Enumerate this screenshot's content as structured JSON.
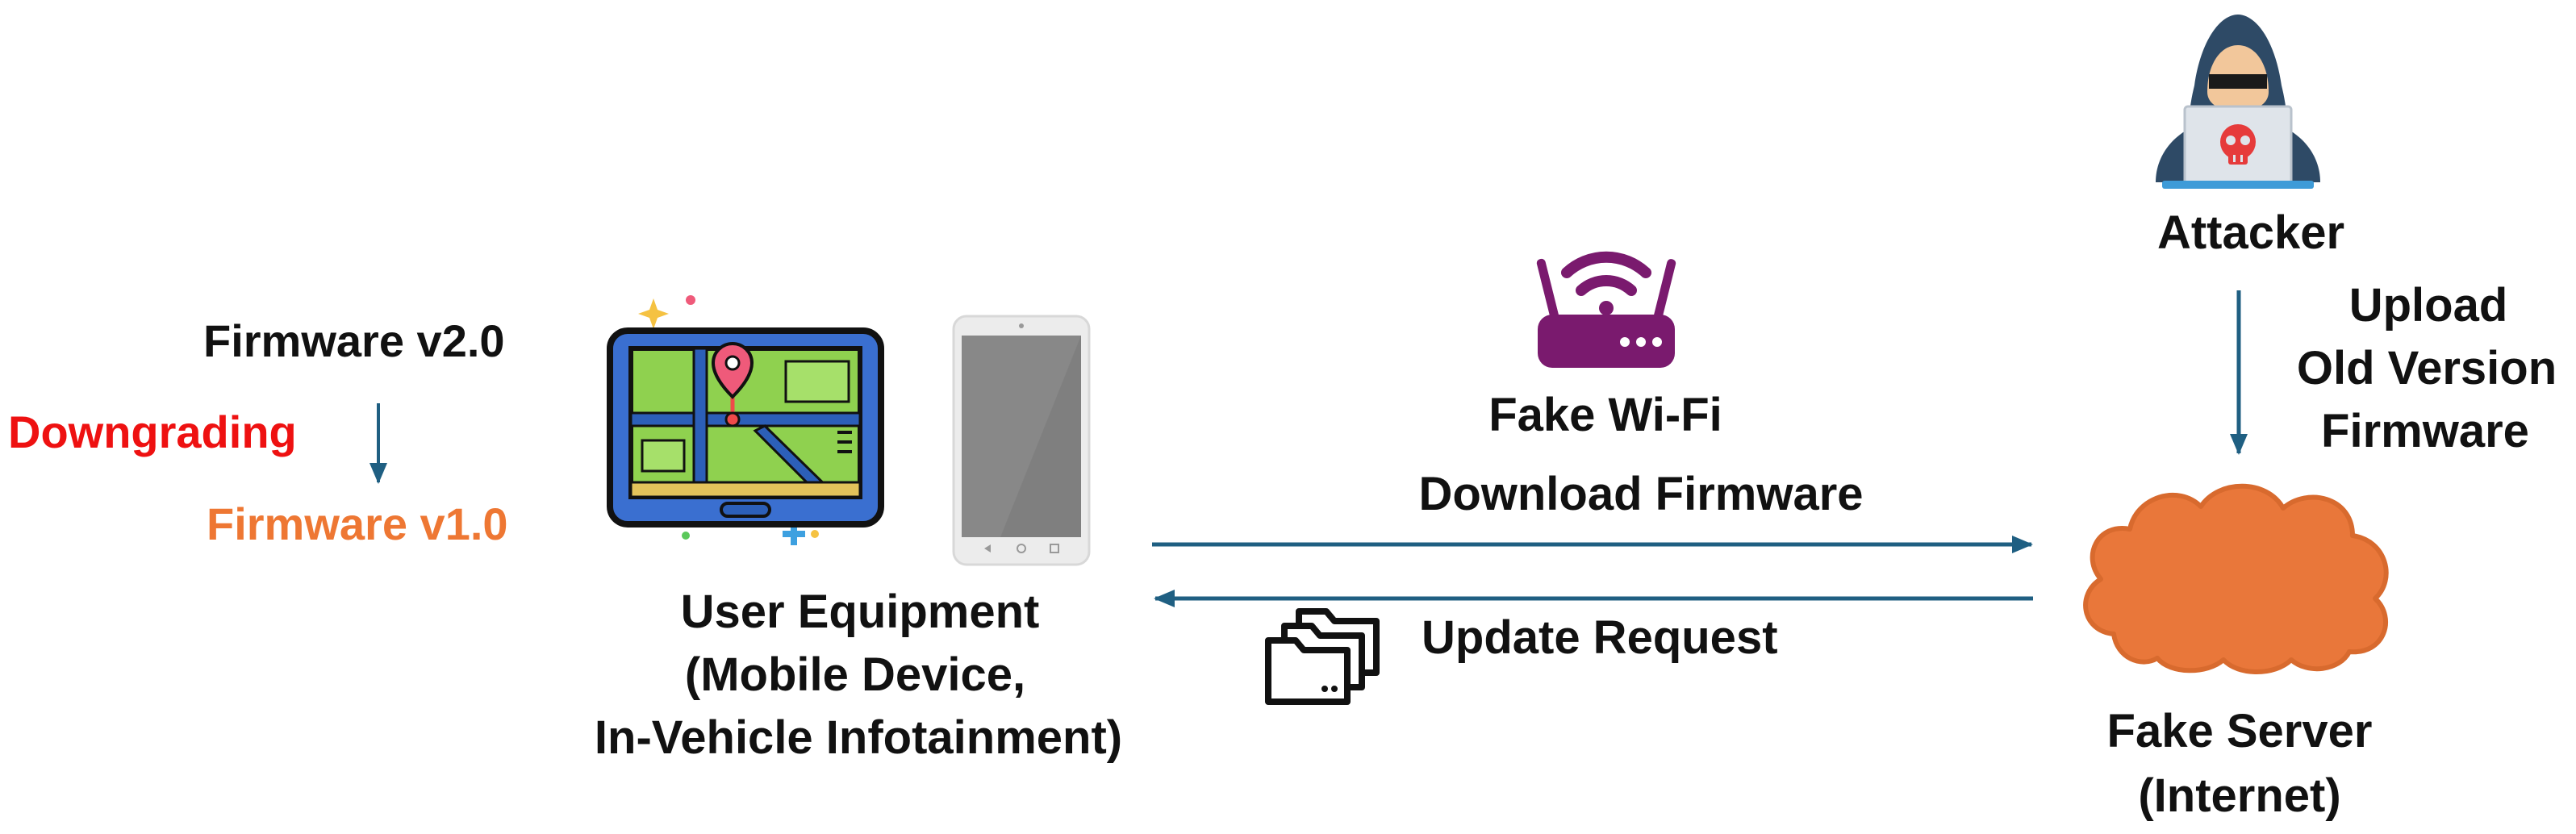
{
  "firmware": {
    "current": "Firmware v2.0",
    "action": "Downgrading",
    "target": "Firmware v1.0"
  },
  "user_equipment": {
    "line1": "User Equipment",
    "line2": "(Mobile Device,",
    "line3": "In-Vehicle Infotainment)"
  },
  "fake_wifi": {
    "label": "Fake Wi-Fi",
    "download": "Download Firmware"
  },
  "update_request": {
    "label": "Update Request"
  },
  "attacker": {
    "label": "Attacker",
    "upload_line1": "Upload",
    "upload_line2": "Old Version",
    "upload_line3": "Firmware"
  },
  "fake_server": {
    "line1": "Fake Server",
    "line2": "(Internet)"
  },
  "colors": {
    "downgrading": "#ee1111",
    "firmware_old": "#ee7733",
    "arrow": "#1f5f82",
    "router": "#7a1a6e",
    "cloud": "#e9773a",
    "attacker": "#2e4a66",
    "skull": "#e63b3b"
  },
  "icons": [
    "tablet-map-icon",
    "smartphone-icon",
    "router-icon",
    "folders-icon",
    "hacker-icon",
    "cloud-icon"
  ]
}
